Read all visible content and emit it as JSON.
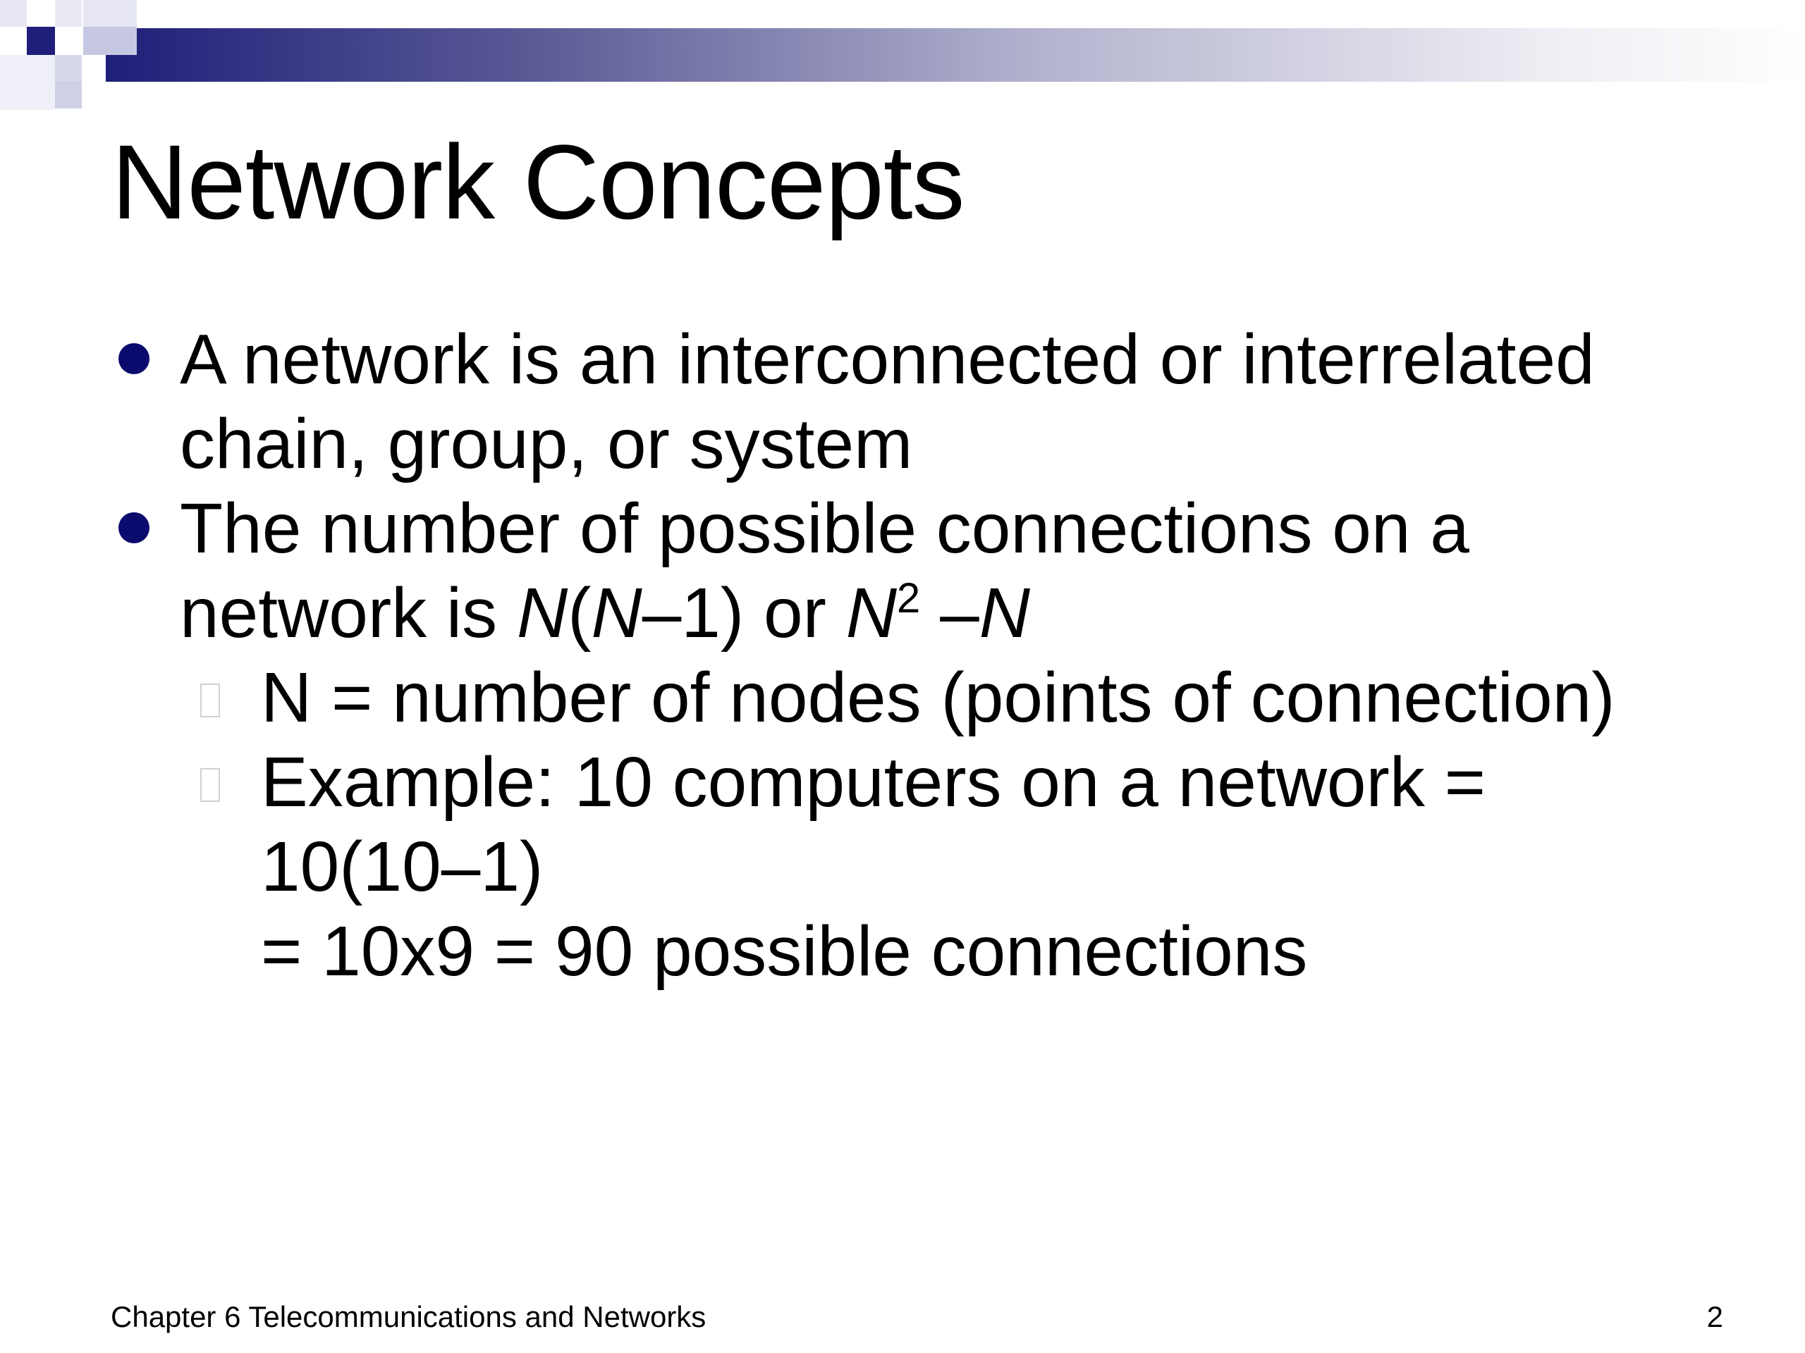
{
  "slide": {
    "title": "Network Concepts",
    "bullets": [
      {
        "text": "A network is an interconnected or interrelated chain, group, or system"
      },
      {
        "text_prefix": "The number of possible connections on a network is ",
        "formula": {
          "n1": "N",
          "open": "(",
          "n2": "N",
          "minus_one": "–1) or ",
          "n3": "N",
          "exp": "2",
          "space_minus": " –",
          "n4": "N"
        },
        "sub_bullets": [
          {
            "text": "N = number of nodes (points of connection)"
          },
          {
            "line1": "Example: 10 computers on a network =",
            "line2": "10(10–1)",
            "line3": "= 10x9 = 90 possible connections"
          }
        ]
      }
    ],
    "footer": {
      "left": "Chapter 6 Telecommunications and Networks",
      "page_number": "2"
    },
    "colors": {
      "bullet": "#0b0b6e",
      "banner_dark": "#1f1f7a",
      "banner_light": "#ffffff"
    }
  }
}
